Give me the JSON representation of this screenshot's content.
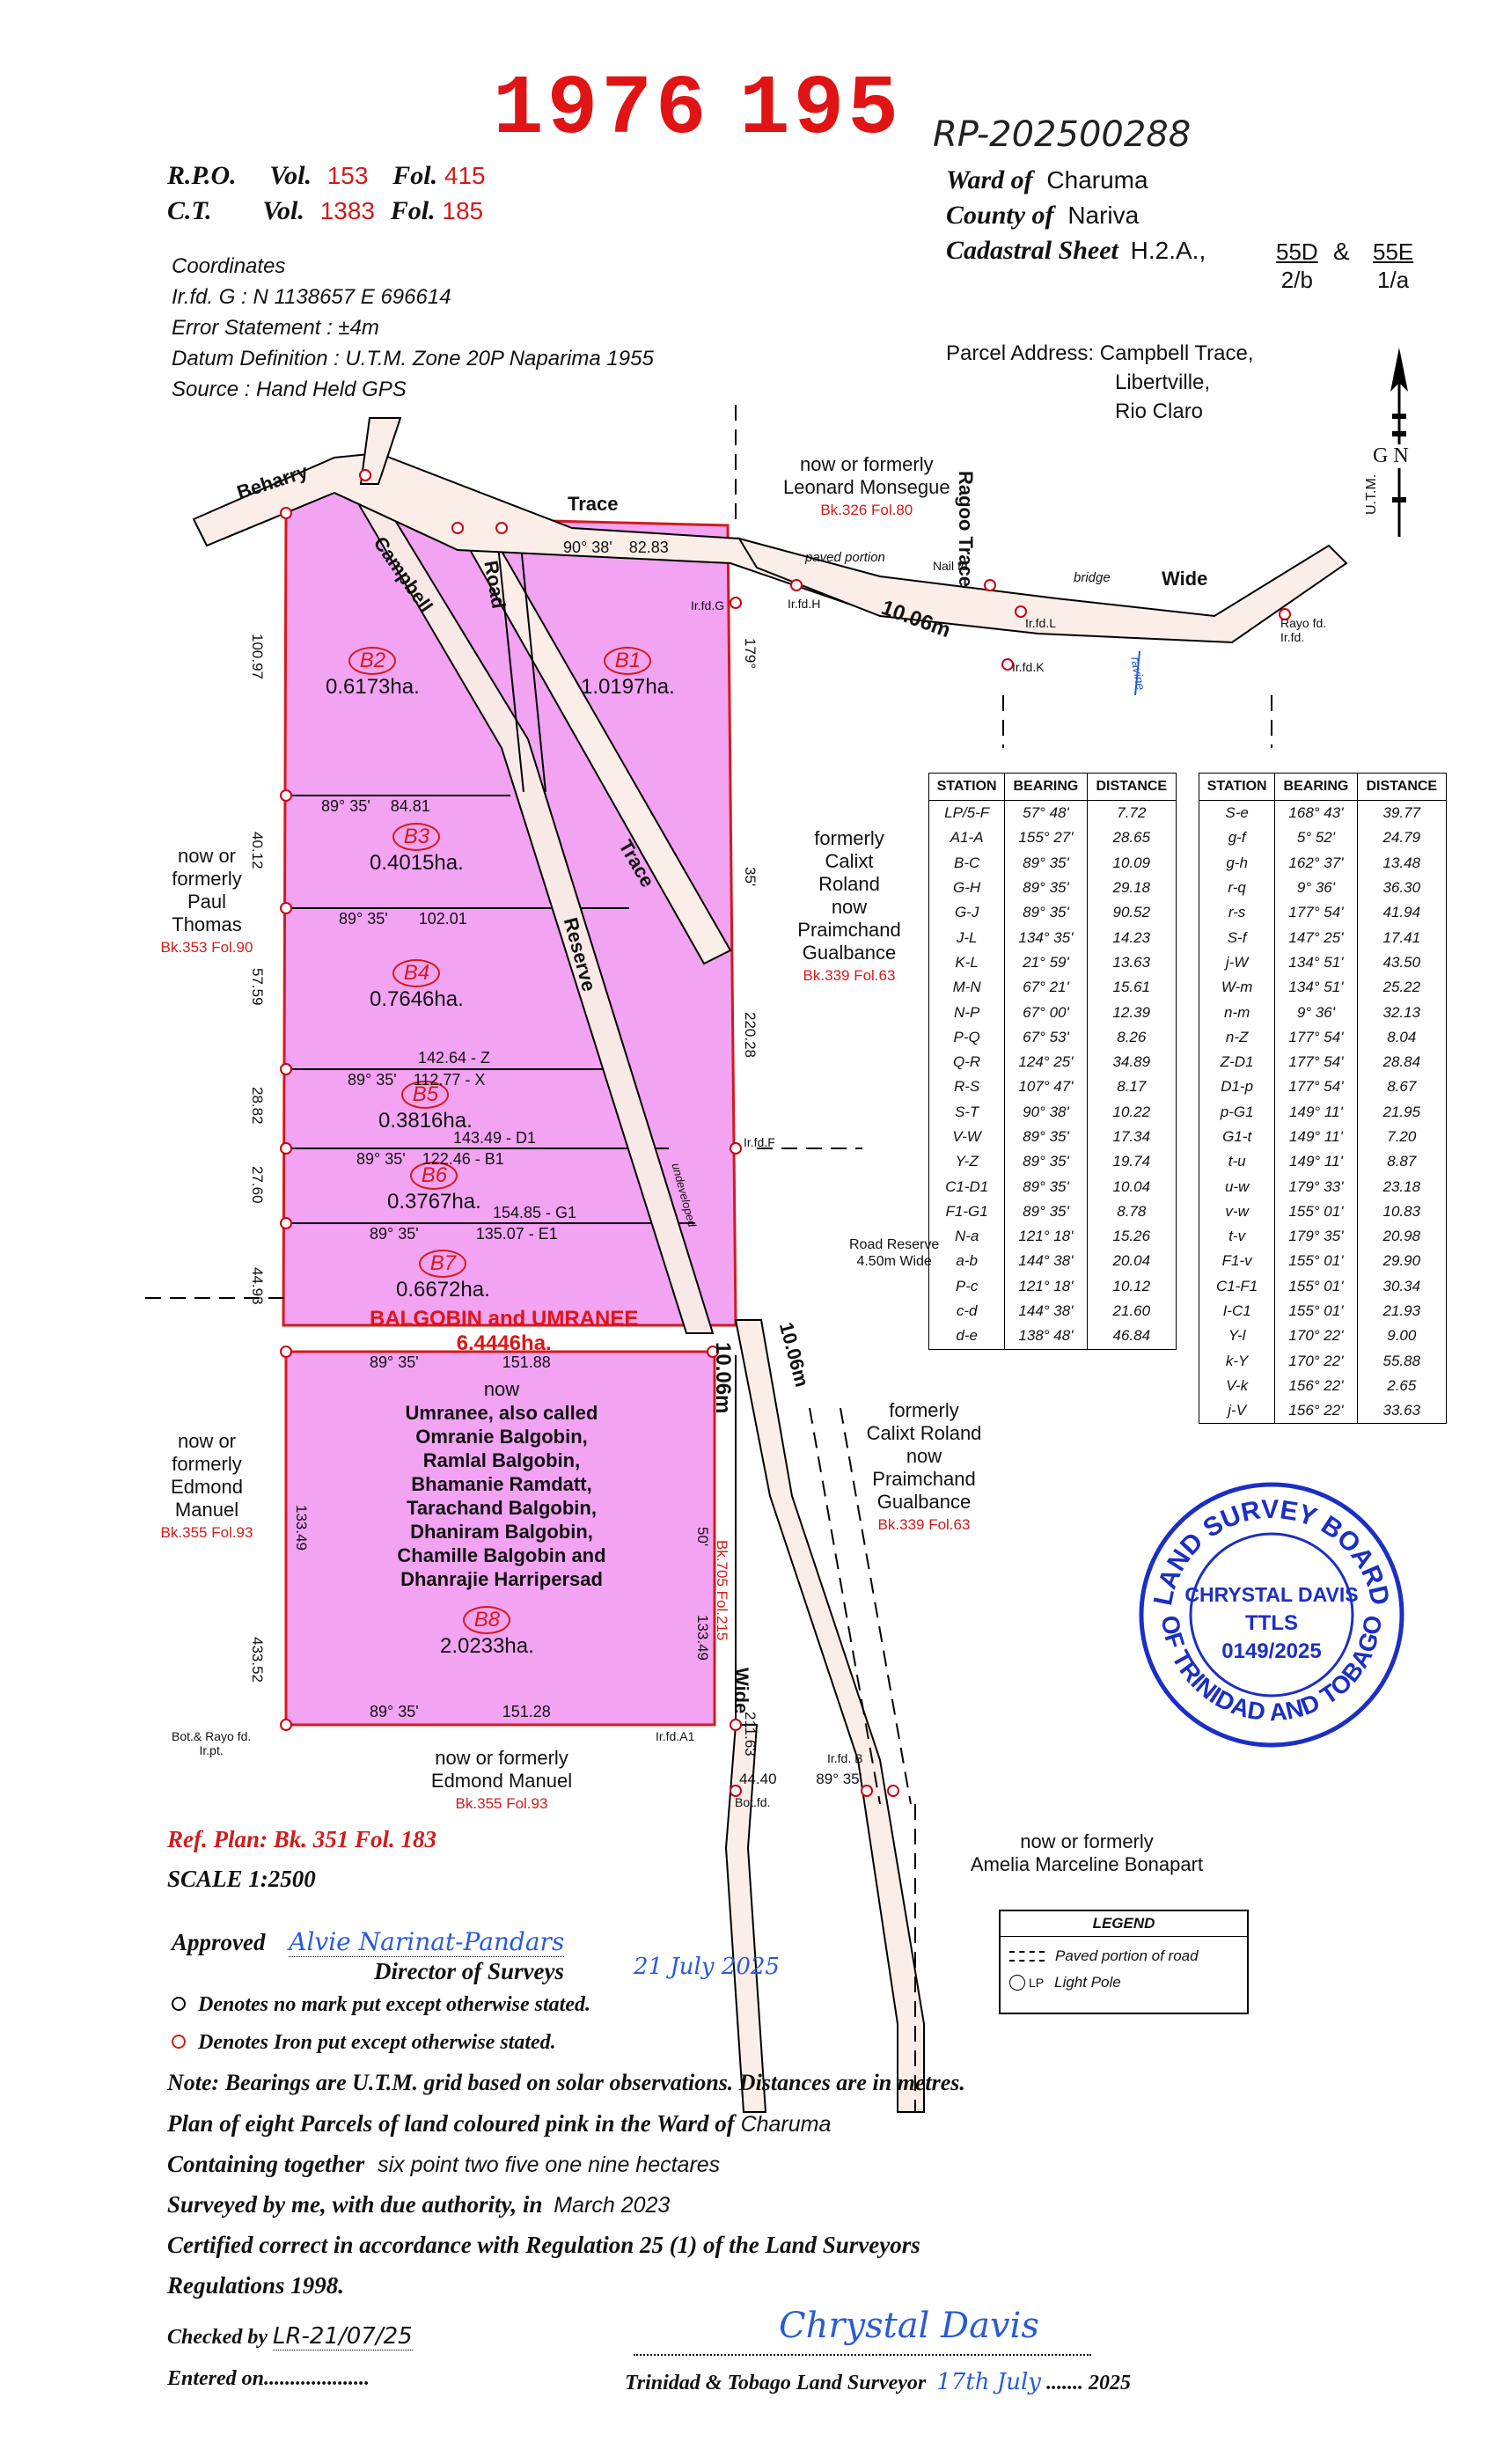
{
  "header": {
    "plan_number_left": "1976",
    "plan_number_right": "195",
    "rp_number": "RP-202500288",
    "rpo_label": "R.P.O.",
    "vol_label": "Vol.",
    "fol_label": "Fol.",
    "rpo_vol": "153",
    "rpo_fol": "415",
    "ct_label": "C.T.",
    "ct_vol": "1383",
    "ct_fol": "185",
    "ward_label": "Ward of",
    "ward": "Charuma",
    "county_label": "County of",
    "county": "Nariva",
    "cadastral_label": "Cadastral Sheet",
    "cadastral_prefix": "H.2.A.,",
    "cadastral_a_top": "55D",
    "cadastral_a_bottom": "2/b",
    "amp": "&",
    "cadastral_b_top": "55E",
    "cadastral_b_bottom": "1/a"
  },
  "coordinates": {
    "title": "Coordinates",
    "irfd": "Ir.fd. G : N 1138657  E 696614",
    "error": "Error Statement  : ±4m",
    "datum": "Datum Definition : U.T.M. Zone 20P Naparima 1955",
    "source": "Source : Hand Held GPS"
  },
  "address": {
    "label": "Parcel Address:",
    "line1": "Campbell Trace,",
    "line2": "Libertville,",
    "line3": "Rio Claro"
  },
  "north": {
    "gn": "G N",
    "utm": "U.T.M."
  },
  "map": {
    "roads": {
      "beharry": "Beharry",
      "trace": "Trace",
      "ragoo_trace": "Ragoo Trace",
      "wide_top": "Wide",
      "campbell": "Campbell",
      "road": "Road",
      "trace_mid": "Trace",
      "reserve": "Reserve",
      "wide_bottom": "Wide",
      "width_top": "10.06m",
      "width_mid": "10.06m",
      "width_right": "10.06m",
      "road_reserve": "Road Reserve",
      "road_reserve_width": "4.50m Wide",
      "paved_portion": "paved portion",
      "bridge": "bridge",
      "ravine": "ravine",
      "undeveloped": "undeveloped"
    },
    "neighbours": {
      "top": {
        "line1": "now or formerly",
        "line2": "Leonard Monsegue",
        "ref": "Bk.326 Fol.80"
      },
      "left": {
        "line1": "now or",
        "line2": "formerly",
        "line3": "Paul",
        "line4": "Thomas",
        "ref": "Bk.353 Fol.90"
      },
      "right": {
        "line1": "formerly",
        "line2": "Calixt",
        "line3": "Roland",
        "line4": "now",
        "line5": "Praimchand",
        "line6": "Gualbance",
        "ref": "Bk.339 Fol.63"
      },
      "left2": {
        "line1": "now or",
        "line2": "formerly",
        "line3": "Edmond",
        "line4": "Manuel",
        "ref": "Bk.355 Fol.93"
      },
      "right2": {
        "line1": "formerly",
        "line2": "Calixt Roland",
        "line3": "now",
        "line4": "Praimchand",
        "line5": "Gualbance",
        "ref": "Bk.339 Fol.63"
      },
      "bottom": {
        "line1": "now or formerly",
        "line2": "Edmond Manuel",
        "ref": "Bk.355 Fol.93"
      },
      "bottom_right": {
        "line1": "now or formerly",
        "line2": "Amelia Marceline Bonapart"
      }
    },
    "parcels": [
      {
        "id": "B1",
        "area": "1.0197ha."
      },
      {
        "id": "B2",
        "area": "0.6173ha."
      },
      {
        "id": "B3",
        "area": "0.4015ha."
      },
      {
        "id": "B4",
        "area": "0.7646ha."
      },
      {
        "id": "B5",
        "area": "0.3816ha."
      },
      {
        "id": "B6",
        "area": "0.3767ha."
      },
      {
        "id": "B7",
        "area": "0.6672ha."
      },
      {
        "id": "B8",
        "area": "2.0233ha."
      }
    ],
    "owner_name": "BALGOBIN and UMRANEE",
    "owner_area": "6.4446ha.",
    "owners": [
      "now",
      "Umranee, also called",
      "Omranie Balgobin,",
      "Ramlal Balgobin,",
      "Bhamanie Ramdatt,",
      "Tarachand Balgobin,",
      "Dhaniram Balgobin,",
      "Chamille Balgobin and",
      "Dhanrajie Harripersad"
    ],
    "right_ref": "Bk.705 Fol.215",
    "dims": {
      "top_bearing": "90°  38'",
      "top_dist": "82.83",
      "r1": "89°  35'",
      "r1d": "84.81",
      "r2": "89°  35'",
      "r2d": "102.01",
      "r3": "89°  35'",
      "r3d": "112.77 - X",
      "r3z": "142.64 - Z",
      "r4": "89°  35'",
      "r4d": "122.46 - B1",
      "r4h": "143.49 - D1",
      "r5": "89°  35'",
      "r5d": "135.07 - E1",
      "r5h": "154.85 - G1",
      "r6": "89°  35'",
      "r6d": "151.88",
      "r7": "89°  35'",
      "r7d": "151.28",
      "left1": "100.97",
      "left2": "40.12",
      "left3": "57.59",
      "left4": "28.82",
      "left5": "27.60",
      "left6": "44.93",
      "left7": "133.49",
      "left8": "433.52",
      "right1": "220.28",
      "right2": "133.49",
      "right3": "211.63",
      "bot_bearing": "89°  35'",
      "bot_dist": "44.40",
      "b179": "179°",
      "b35": "35'",
      "b50": "50'"
    },
    "ir_labels": {
      "G": "Ir.fd.G",
      "H": "Ir.fd.H",
      "L": "Ir.fd.L",
      "K": "Ir.fd.K",
      "F": "Ir.fd.F",
      "A1": "Ir.fd.A1",
      "B": "Ir.fd. B",
      "botA": "Bot.fd.",
      "botrayo": "Bot.& Rayo fd.",
      "irpt": "Ir.pt.",
      "nail": "Nail fd.",
      "rayo": "Rayo fd.",
      "rayo2": "Ir.fd."
    }
  },
  "table_left": {
    "headers": [
      "STATION",
      "BEARING",
      "DISTANCE"
    ],
    "rows": [
      [
        "LP/5-F",
        "57° 48'",
        "7.72"
      ],
      [
        "A1-A",
        "155° 27'",
        "28.65"
      ],
      [
        "B-C",
        "89° 35'",
        "10.09"
      ],
      [
        "G-H",
        "89° 35'",
        "29.18"
      ],
      [
        "G-J",
        "89° 35'",
        "90.52"
      ],
      [
        "J-L",
        "134° 35'",
        "14.23"
      ],
      [
        "K-L",
        "21° 59'",
        "13.63"
      ],
      [
        "M-N",
        "67° 21'",
        "15.61"
      ],
      [
        "N-P",
        "67° 00'",
        "12.39"
      ],
      [
        "P-Q",
        "67° 53'",
        "8.26"
      ],
      [
        "Q-R",
        "124° 25'",
        "34.89"
      ],
      [
        "R-S",
        "107° 47'",
        "8.17"
      ],
      [
        "S-T",
        "90° 38'",
        "10.22"
      ],
      [
        "V-W",
        "89° 35'",
        "17.34"
      ],
      [
        "Y-Z",
        "89° 35'",
        "19.74"
      ],
      [
        "C1-D1",
        "89° 35'",
        "10.04"
      ],
      [
        "F1-G1",
        "89° 35'",
        "8.78"
      ],
      [
        "N-a",
        "121° 18'",
        "15.26"
      ],
      [
        "a-b",
        "144° 38'",
        "20.04"
      ],
      [
        "P-c",
        "121° 18'",
        "10.12"
      ],
      [
        "c-d",
        "144° 38'",
        "21.60"
      ],
      [
        "d-e",
        "138° 48'",
        "46.84"
      ]
    ]
  },
  "table_right": {
    "headers": [
      "STATION",
      "BEARING",
      "DISTANCE"
    ],
    "rows": [
      [
        "S-e",
        "168° 43'",
        "39.77"
      ],
      [
        "g-f",
        "5° 52'",
        "24.79"
      ],
      [
        "g-h",
        "162° 37'",
        "13.48"
      ],
      [
        "r-q",
        "9° 36'",
        "36.30"
      ],
      [
        "r-s",
        "177° 54'",
        "41.94"
      ],
      [
        "S-f",
        "147° 25'",
        "17.41"
      ],
      [
        "j-W",
        "134° 51'",
        "43.50"
      ],
      [
        "W-m",
        "134° 51'",
        "25.22"
      ],
      [
        "n-m",
        "9° 36'",
        "32.13"
      ],
      [
        "n-Z",
        "177° 54'",
        "8.04"
      ],
      [
        "Z-D1",
        "177° 54'",
        "28.84"
      ],
      [
        "D1-p",
        "177° 54'",
        "8.67"
      ],
      [
        "p-G1",
        "149° 11'",
        "21.95"
      ],
      [
        "G1-t",
        "149° 11'",
        "7.20"
      ],
      [
        "t-u",
        "149° 11'",
        "8.87"
      ],
      [
        "u-w",
        "179° 33'",
        "23.18"
      ],
      [
        "v-w",
        "155° 01'",
        "10.83"
      ],
      [
        "t-v",
        "179° 35'",
        "20.98"
      ],
      [
        "F1-v",
        "155° 01'",
        "29.90"
      ],
      [
        "C1-F1",
        "155° 01'",
        "30.34"
      ],
      [
        "I-C1",
        "155° 01'",
        "21.93"
      ],
      [
        "Y-l",
        "170° 22'",
        "9.00"
      ],
      [
        "k-Y",
        "170° 22'",
        "55.88"
      ],
      [
        "V-k",
        "156° 22'",
        "2.65"
      ],
      [
        "j-V",
        "156° 22'",
        "33.63"
      ]
    ]
  },
  "stamp": {
    "ring_top": "LAND SURVEY BOARD",
    "ring_bottom": "OF TRINIDAD AND TOBAGO",
    "name": "CHRYSTAL DAVIS",
    "title": "TTLS",
    "number": "0149/2025"
  },
  "legend": {
    "title": "LEGEND",
    "item1": "Paved portion of road",
    "item2": "Light Pole",
    "lp": "LP"
  },
  "footer": {
    "ref_plan": "Ref. Plan: Bk. 351  Fol. 183",
    "scale": "SCALE  1:2500",
    "approved_label": "Approved",
    "approved_sig": "Alvie Narinat-Pandars",
    "director": "Director of Surveys",
    "approved_date": "21 July 2025",
    "denotes1": "Denotes no mark put except otherwise stated.",
    "denotes2": "Denotes Iron put except otherwise stated.",
    "note": "Note: Bearings are U.T.M. grid based on solar observations.  Distances are in metres.",
    "plan_of": "Plan of eight Parcels of land coloured",
    "pink": "pink",
    "in_ward": "in the Ward of",
    "ward": "Charuma",
    "containing": "Containing together",
    "containing_val": "six point two five one nine hectares",
    "surveyed": "Surveyed by me, with due authority, in",
    "surveyed_val": "March 2023",
    "certified": "Certified correct in accordance with Regulation 25 (1) of the Land Surveyors",
    "regs": "Regulations 1998.",
    "checked_label": "Checked by",
    "checked_val": "LR-21/07/25",
    "entered_label": "Entered on....................",
    "surveyor_sig": "Chrystal Davis",
    "surveyor_label": "Trinidad & Tobago Land Surveyor",
    "surveyor_date_day": "17th July",
    "surveyor_date_year": "2025"
  }
}
